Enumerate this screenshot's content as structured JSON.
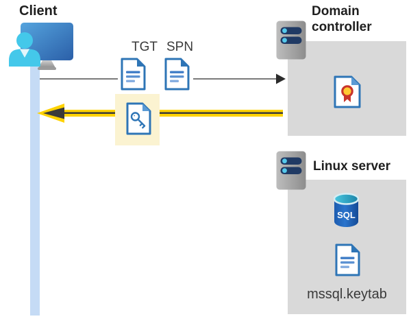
{
  "diagram": {
    "client": {
      "label": "Client"
    },
    "flow": {
      "tgt_label": "TGT",
      "spn_label": "SPN"
    },
    "domain_controller": {
      "label": "Domain controller"
    },
    "linux_server": {
      "label": "Linux server",
      "database_label": "SQL",
      "keytab_label": "mssql.keytab"
    },
    "colors": {
      "arrow_yellow": "#ffd200",
      "arrow_gray": "#7a7a7a",
      "highlight_yellow": "#fbf3d1",
      "panel_gray": "#d9d9d9",
      "document_blue": "#2e75b6",
      "person_cyan": "#44c8ea",
      "timeline_blue": "#c5dbf5",
      "server_bar_navy": "#203a64",
      "sql_body_blue": "#1d63bc",
      "certificate_red": "#c9342b",
      "certificate_gold": "#ffc933"
    }
  }
}
